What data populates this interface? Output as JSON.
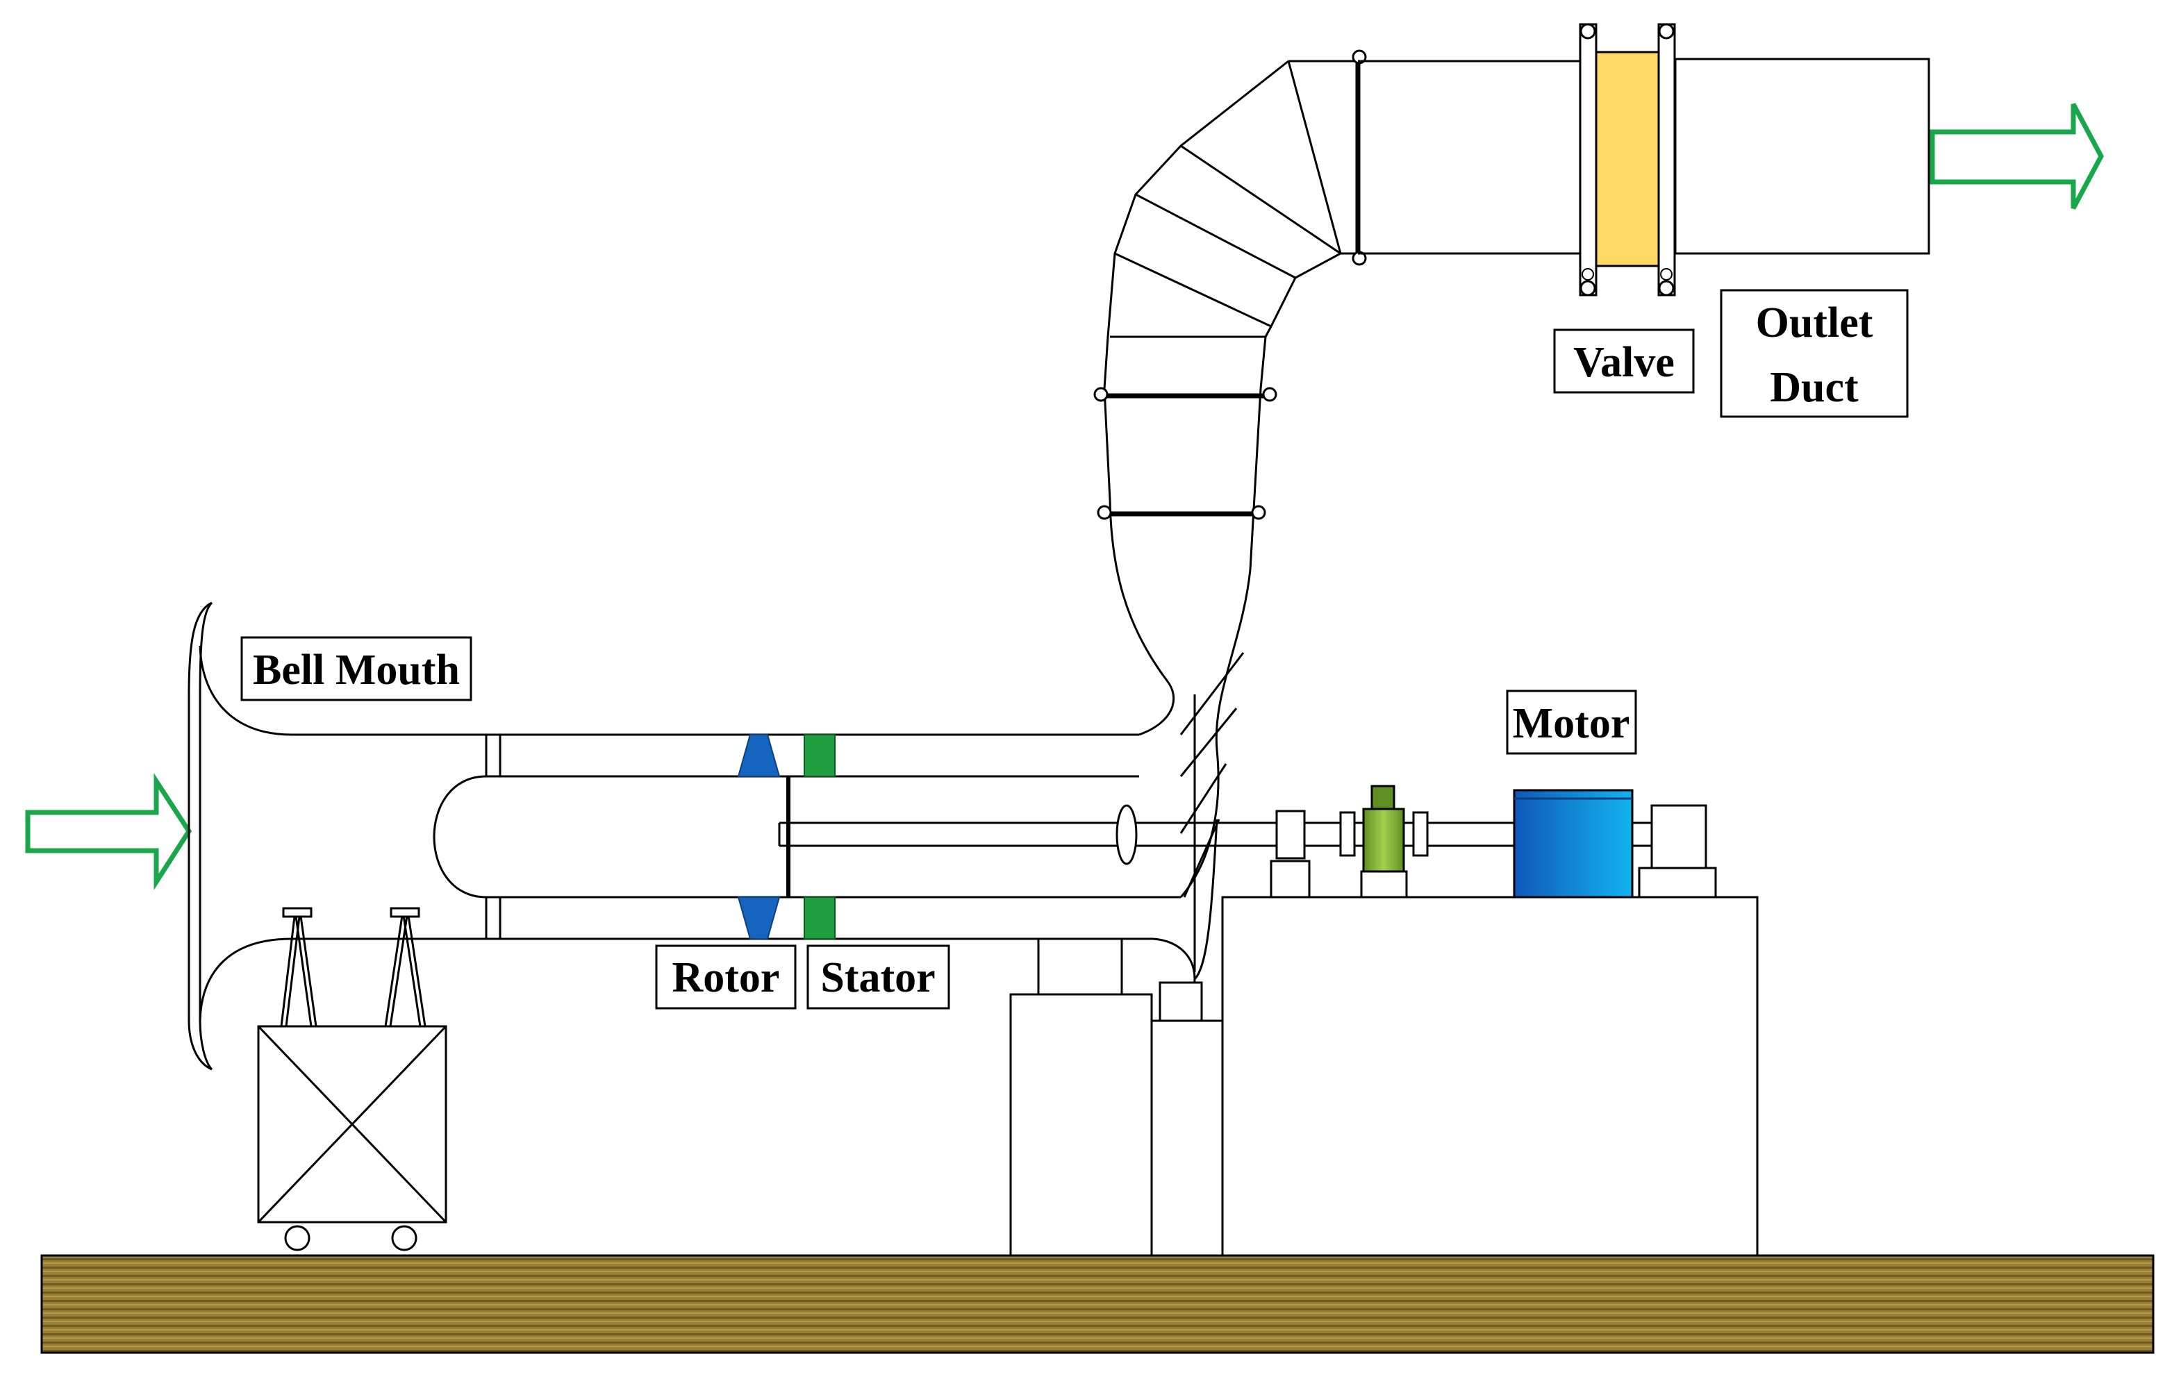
{
  "labels": {
    "bell_mouth": "Bell Mouth",
    "rotor": "Rotor",
    "stator": "Stator",
    "motor": "Motor",
    "valve": "Valve",
    "outlet_line1": "Outlet",
    "outlet_line2": "Duct"
  },
  "colors": {
    "flow_arrow": "#1aa64a",
    "rotor": "#1565c0",
    "stator": "#1f9e3e",
    "motor_light": "#0fb0e8",
    "motor_dark": "#1058b8",
    "valve_fill": "#ffd966",
    "coupling": "#8bc34a",
    "ground_light": "#a48a3c",
    "ground_dark": "#6e5a22",
    "line": "#000000"
  },
  "icons": {
    "inlet_arrow": "right-arrow-outline",
    "outlet_arrow": "right-arrow-outline"
  }
}
